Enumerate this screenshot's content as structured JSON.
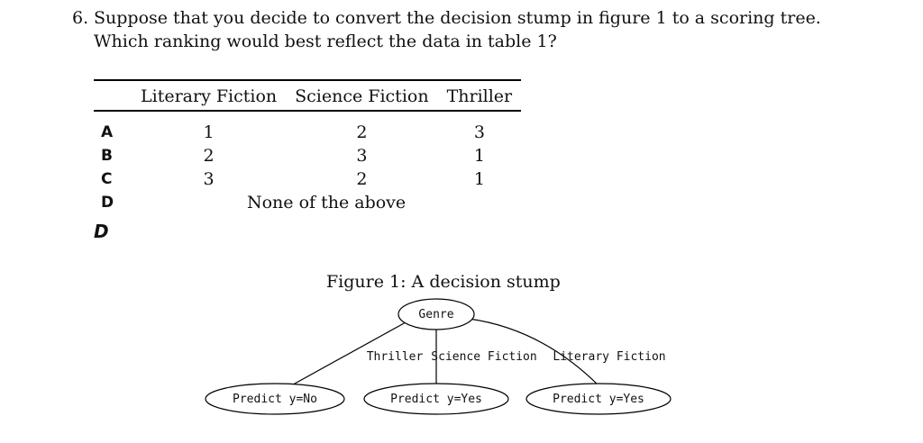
{
  "question": {
    "number": "6.",
    "text": "Suppose that you decide to convert the decision stump in figure 1 to a scoring tree. Which ranking would best reflect the data in table 1?"
  },
  "table": {
    "headers": [
      "Literary Fiction",
      "Science Fiction",
      "Thriller"
    ],
    "rows": [
      {
        "label": "A",
        "values": [
          "1",
          "2",
          "3"
        ]
      },
      {
        "label": "B",
        "values": [
          "2",
          "3",
          "1"
        ]
      },
      {
        "label": "C",
        "values": [
          "3",
          "2",
          "1"
        ]
      },
      {
        "label": "D",
        "text": "None of the above"
      }
    ]
  },
  "answer": "D",
  "figure": {
    "caption": "Figure 1: A decision stump",
    "root": "Genre",
    "edges": [
      "Thriller",
      "Science Fiction",
      "Literary Fiction"
    ],
    "leaves": [
      "Predict y=No",
      "Predict y=Yes",
      "Predict y=Yes"
    ]
  }
}
